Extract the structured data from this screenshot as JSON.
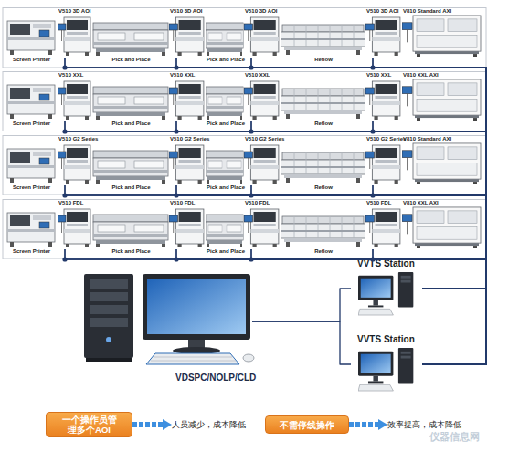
{
  "diagram": {
    "nodes": [
      {
        "text": [
          "Screen Printer"
        ]
      },
      {
        "text": [
          "V510 3D AOI"
        ]
      },
      {
        "text": [
          "Pick and Place"
        ]
      },
      {
        "text": [
          "V510 3D AOI"
        ]
      },
      {
        "text": [
          "Pick and Place"
        ]
      },
      {
        "text": [
          "V510 3D AOI"
        ]
      },
      {
        "text": [
          "Reflow"
        ]
      },
      {
        "text": [
          "V510 3D AOI"
        ]
      },
      {
        "text": [
          "V810 Standard AXI"
        ]
      },
      {
        "text": [
          "Screen Printer"
        ]
      },
      {
        "text": [
          "V510 XXL"
        ]
      },
      {
        "text": [
          "Pick and Place"
        ]
      },
      {
        "text": [
          "V510 XXL"
        ]
      },
      {
        "text": [
          "Pick and Place"
        ]
      },
      {
        "text": [
          "V510 XXL"
        ]
      },
      {
        "text": [
          "Reflow"
        ]
      },
      {
        "text": [
          "V510 XXL"
        ]
      },
      {
        "text": [
          "V810 XXL AXI"
        ]
      },
      {
        "text": [
          "Screen Printer"
        ]
      },
      {
        "text": [
          "V510 G2 Series"
        ]
      },
      {
        "text": [
          "Pick and Place"
        ]
      },
      {
        "text": [
          "V510 G2 Series"
        ]
      },
      {
        "text": [
          "Pick and Place"
        ]
      },
      {
        "text": [
          "V510 G2 Series"
        ]
      },
      {
        "text": [
          "Reflow"
        ]
      },
      {
        "text": [
          "V510 G2 Series"
        ]
      },
      {
        "text": [
          "V810 Standard AXI"
        ]
      },
      {
        "text": [
          "Screen Printer"
        ]
      },
      {
        "text": [
          "V510 FDL"
        ]
      },
      {
        "text": [
          "Pick and Place"
        ]
      },
      {
        "text": [
          "V510 FDL"
        ]
      },
      {
        "text": [
          "Pick and Place"
        ]
      },
      {
        "text": [
          "V510 FDL"
        ]
      },
      {
        "text": [
          "Reflow"
        ]
      },
      {
        "text": [
          "V510 FDL"
        ]
      },
      {
        "text": [
          "V810 XXL AXI"
        ]
      },
      {
        "text": [
          "VDSPC/NOLP/CLD"
        ]
      },
      {
        "text": [
          "VVTS Station"
        ]
      },
      {
        "text": [
          "VVTS Station"
        ]
      },
      {
        "text": [
          "一个操作员管理多个AOI"
        ]
      },
      {
        "text": [
          "人员减少，成本降低"
        ]
      },
      {
        "text": [
          "不需停线操作"
        ]
      },
      {
        "text": [
          "效率提高，成本降低"
        ]
      }
    ],
    "edges": [
      {
        "from": 1,
        "to": 37,
        "arrow": "none"
      },
      {
        "from": 1,
        "to": 38,
        "arrow": "none"
      },
      {
        "from": 3,
        "to": 37,
        "arrow": "none"
      },
      {
        "from": 3,
        "to": 38,
        "arrow": "none"
      },
      {
        "from": 5,
        "to": 37,
        "arrow": "none"
      },
      {
        "from": 5,
        "to": 38,
        "arrow": "none"
      },
      {
        "from": 7,
        "to": 37,
        "arrow": "none"
      },
      {
        "from": 7,
        "to": 38,
        "arrow": "none"
      },
      {
        "from": 10,
        "to": 37,
        "arrow": "none"
      },
      {
        "from": 10,
        "to": 38,
        "arrow": "none"
      },
      {
        "from": 12,
        "to": 37,
        "arrow": "none"
      },
      {
        "from": 12,
        "to": 38,
        "arrow": "none"
      },
      {
        "from": 14,
        "to": 37,
        "arrow": "none"
      },
      {
        "from": 14,
        "to": 38,
        "arrow": "none"
      },
      {
        "from": 16,
        "to": 37,
        "arrow": "none"
      },
      {
        "from": 16,
        "to": 38,
        "arrow": "none"
      },
      {
        "from": 19,
        "to": 37,
        "arrow": "none"
      },
      {
        "from": 19,
        "to": 38,
        "arrow": "none"
      },
      {
        "from": 21,
        "to": 37,
        "arrow": "none"
      },
      {
        "from": 21,
        "to": 38,
        "arrow": "none"
      },
      {
        "from": 23,
        "to": 37,
        "arrow": "none"
      },
      {
        "from": 23,
        "to": 38,
        "arrow": "none"
      },
      {
        "from": 25,
        "to": 37,
        "arrow": "none"
      },
      {
        "from": 25,
        "to": 38,
        "arrow": "none"
      },
      {
        "from": 28,
        "to": 37,
        "arrow": "none"
      },
      {
        "from": 28,
        "to": 38,
        "arrow": "none"
      },
      {
        "from": 30,
        "to": 37,
        "arrow": "none"
      },
      {
        "from": 30,
        "to": 38,
        "arrow": "none"
      },
      {
        "from": 32,
        "to": 37,
        "arrow": "none"
      },
      {
        "from": 32,
        "to": 38,
        "arrow": "none"
      },
      {
        "from": 34,
        "to": 37,
        "arrow": "none"
      },
      {
        "from": 34,
        "to": 38,
        "arrow": "none"
      },
      {
        "from": 36,
        "to": 37,
        "arrow": "none"
      },
      {
        "from": 36,
        "to": 38,
        "arrow": "none"
      },
      {
        "from": 39,
        "to": 40,
        "arrow": "to"
      },
      {
        "from": 41,
        "to": 42,
        "arrow": "to"
      }
    ],
    "labels": [
      "仪器信息网"
    ]
  }
}
